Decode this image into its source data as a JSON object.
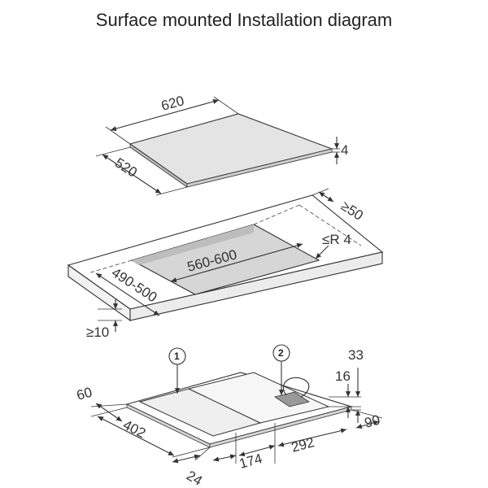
{
  "title": "Surface mounted Installation diagram",
  "colors": {
    "line": "#333333",
    "hob_surface": "#e4e4e4",
    "cutout_shade": "#d6d6d6",
    "background": "#ffffff"
  },
  "hob": {
    "width": "620",
    "depth": "520",
    "height": "4"
  },
  "worktop": {
    "clearance": "≥50",
    "radius": "≤R 4",
    "cutout_width": "560-600",
    "cutout_depth": "490-500",
    "thickness": "≥10"
  },
  "underside": {
    "callouts": [
      "1",
      "2"
    ],
    "dims": {
      "d33": "33",
      "d16": "16",
      "d60": "60",
      "d402": "402",
      "d90": "90",
      "d292": "292",
      "d174": "174",
      "d24": "24"
    }
  }
}
